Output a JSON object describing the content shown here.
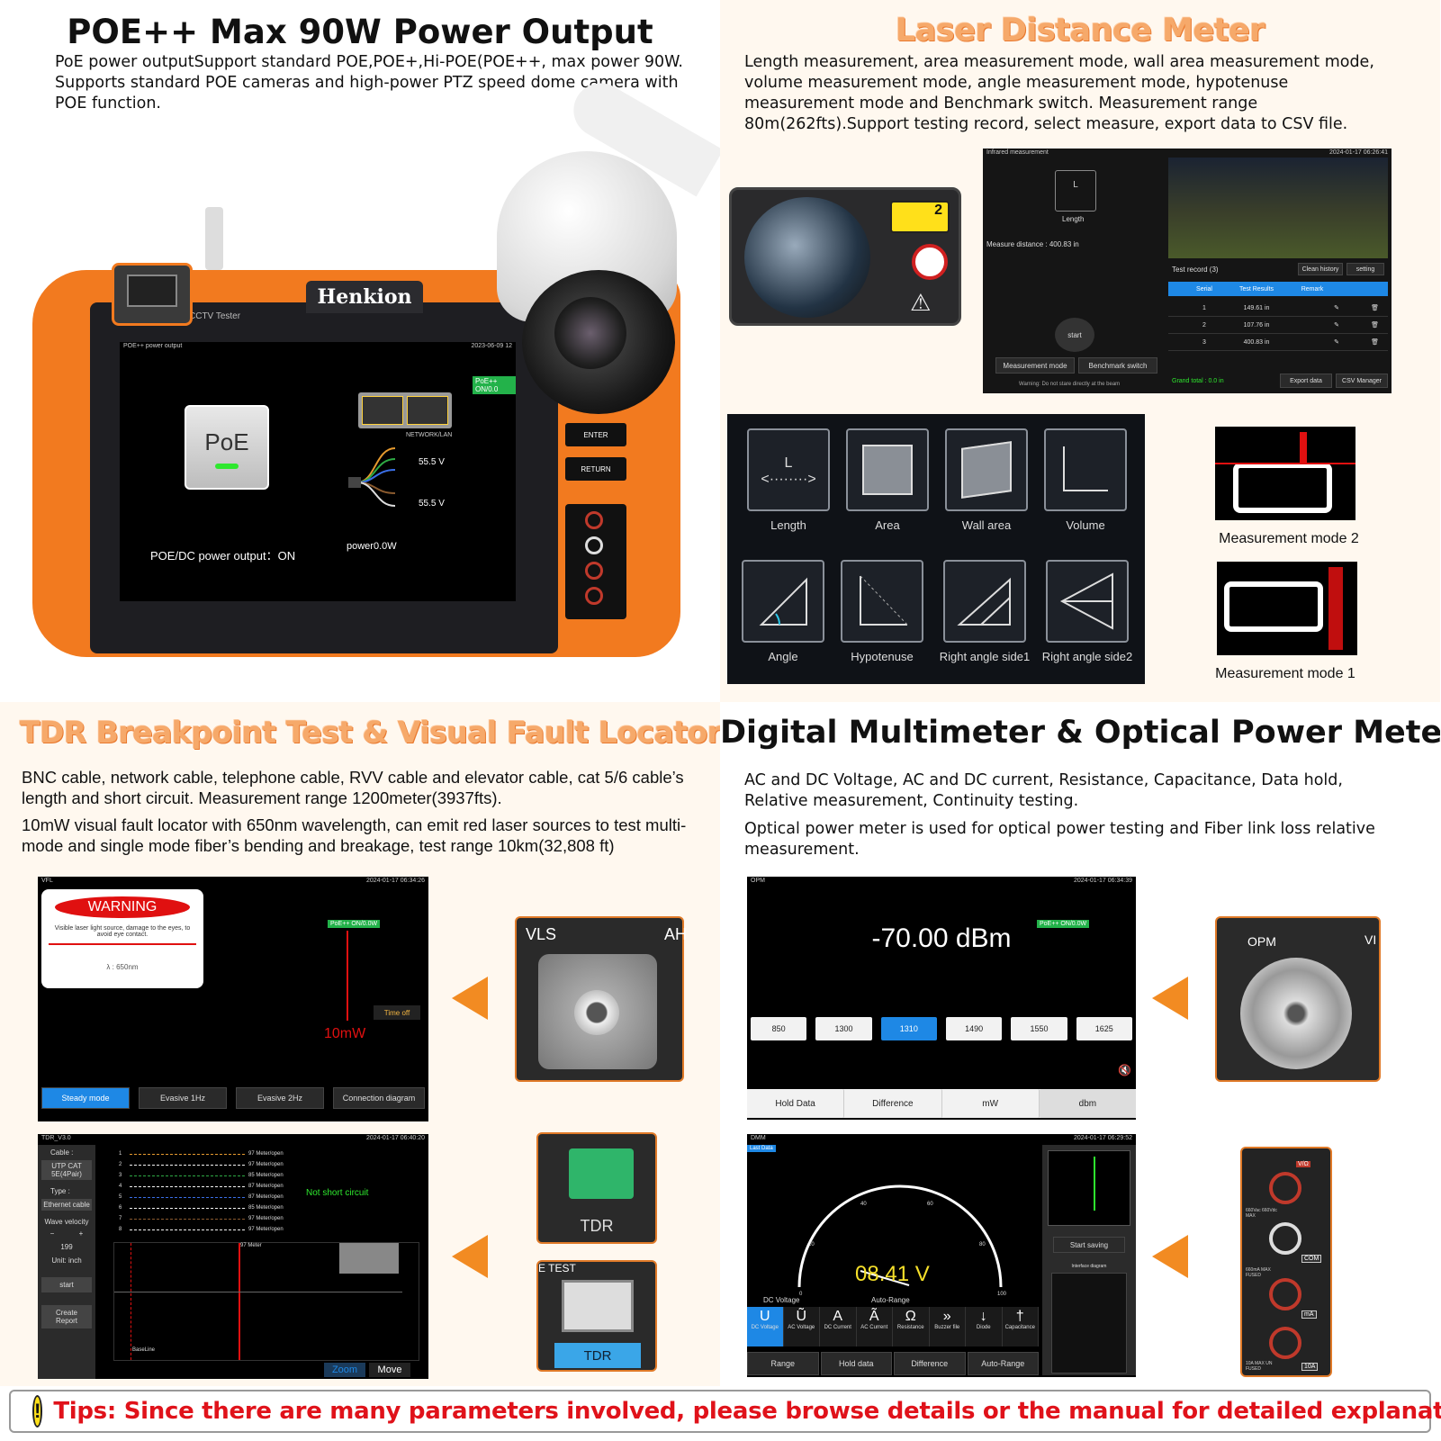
{
  "q1": {
    "title": "POE++ Max 90W Power Output",
    "desc": "PoE power outputSupport standard POE,POE+,Hi-POE(POE++, max power 90W. Supports standard POE cameras and high-power PTZ speed dome camera with POE function.",
    "brand": "Henkion",
    "device_label": "CCTV Tester",
    "screen_title": "POE++ power output",
    "screen_time": "2023-06-09 12",
    "poe_button": "PoE",
    "poe_status_tag": "PoE++ ON/0.0",
    "network_label": "NETWORK/LAN",
    "voltage1": "55.5 V",
    "voltage2": "55.5 V",
    "power_output": "POE/DC power output：ON",
    "power_value": "power0.0W",
    "enter_btn": "ENTER",
    "return_btn": "RETURN"
  },
  "q2": {
    "title": "Laser Distance Meter",
    "desc": "Length measurement, area measurement mode, wall area measurement mode, volume measurement mode, angle measurement mode, hypotenuse measurement mode and Benchmark switch. Measurement range 80m(262fts).Support testing record, select measure, export data to CSV file.",
    "screen": {
      "title": "Infrared measurement",
      "time": "2024-01-17 06:26:41",
      "mode_label": "Length",
      "distance": "Measure distance : 400.83 in",
      "start": "start",
      "measurement_mode": "Measurement mode",
      "benchmark": "Benchmark switch",
      "warning": "Warning: Do not stare directly at the beam",
      "record_title": "Test record (3)",
      "clean_history": "Clean history",
      "setting": "setting",
      "columns": [
        "Serial",
        "Test Results",
        "Remark"
      ],
      "rows": [
        {
          "serial": "1",
          "result": "149.61 in"
        },
        {
          "serial": "2",
          "result": "107.76 in"
        },
        {
          "serial": "3",
          "result": "400.83 in"
        }
      ],
      "grand_total": "Grand total : 0.0 in",
      "export": "Export data",
      "csv": "CSV Manager"
    },
    "modes": [
      "Length",
      "Area",
      "Wall area",
      "Volume",
      "Angle",
      "Hypotenuse",
      "Right angle side1",
      "Right angle side2"
    ],
    "mode2_label": "Measurement mode 2",
    "mode1_label": "Measurement mode 1"
  },
  "q3": {
    "title": "TDR  Breakpoint Test & Visual Fault Locator",
    "desc1": "BNC cable, network cable, telephone cable, RVV cable and elevator cable, cat 5/6 cable’s length and short circuit. Measurement range 1200meter(3937fts).",
    "desc2": "10mW visual fault locator with 650nm wavelength, can emit red laser sources to test multi-mode and single mode fiber’s bending and breakage, test range 10km(32,808 ft)",
    "vfl": {
      "title": "VFL",
      "time": "2024-01-17 06:34:26",
      "warning": "WARNING",
      "warning_text": "Visible laser light source, damage to the eyes, to avoid eye contact.",
      "wavelength": "λ : 650nm",
      "poe_tag": "PoE++ ON/0.0W",
      "time_off": "Time off",
      "power": "10mW",
      "buttons": [
        "Steady mode",
        "Evasive 1Hz",
        "Evasive 2Hz",
        "Connection diagram"
      ]
    },
    "tdr": {
      "title": "TDR_V3.0",
      "time": "2024-01-17 06:40:20",
      "cable_label": "Cable :",
      "cable_value": "UTP CAT 5E(4Pair)",
      "type_label": "Type :",
      "type_value": "Ethernet cable",
      "wave_label": "Wave velocity",
      "minus": "−",
      "plus": "+",
      "wave_value": "199",
      "unit": "Unit: inch",
      "start": "start",
      "create_report": "Create Report",
      "status": "Not short circuit",
      "marker": "97 Meter",
      "baseline": "BaseLine",
      "pairs": [
        "1",
        "2",
        "3",
        "4",
        "5",
        "6",
        "7",
        "8"
      ],
      "pair_results": [
        "97 Meter/open",
        "97 Meter/open",
        "85 Meter/open",
        "87 Meter/open",
        "87 Meter/open",
        "85 Meter/open",
        "97 Meter/open",
        "97 Meter/open"
      ],
      "zoom": "Zoom",
      "move": "Move"
    },
    "vls_label": "VLS",
    "vls_side": "AH",
    "tdr_label": "TDR",
    "tdr_test_label": "E TEST",
    "tdr_button": "TDR"
  },
  "q4": {
    "title": "Digital Multimeter & Optical Power Meter",
    "desc1": "AC and DC Voltage, AC and DC current, Resistance, Capacitance, Data hold, Relative measurement, Continuity testing.",
    "desc2": "Optical power meter is used for optical power testing and Fiber link loss relative measurement.",
    "opm": {
      "title": "OPM",
      "time": "2024-01-17 06:34:39",
      "reading": "-70.00 dBm",
      "poe_tag": "PoE++ ON/0.0W",
      "wavelengths": [
        "850",
        "1300",
        "1310",
        "1490",
        "1550",
        "1625"
      ],
      "active_wavelength": "1310",
      "bottom": [
        "Hold Data",
        "Difference",
        "mW",
        "dbm"
      ]
    },
    "opm_label": "OPM",
    "opm_side": "VI",
    "dmm": {
      "title": "DMM",
      "time": "2024-01-17 06:29:52",
      "last_data": "Last Data",
      "reading": "08.41  V",
      "mode": "DC Voltage",
      "range_label": "Auto-Range",
      "ticks": [
        "0",
        "20",
        "40",
        "60",
        "80",
        "100"
      ],
      "start_saving": "Start saving",
      "interface_diagram": "Interface diagram",
      "func_icons": [
        "U",
        "Ũ",
        "A",
        "Ã",
        "Ω",
        "»",
        "↓",
        "†"
      ],
      "func_labels": [
        "DC Voltage",
        "AC Voltage",
        "DC Current",
        "AC Current",
        "Resistance",
        "Buzzer file",
        "Diode",
        "Capacitance"
      ],
      "bottom": [
        "Range",
        "Hold data",
        "Difference",
        "Auto-Range"
      ]
    },
    "jack_labels": [
      "V/Ω",
      "COM",
      "mA",
      "10A"
    ],
    "jack_notes": [
      "660Vac 660Vdc MAX",
      "660mA MAX FUSED",
      "10A MAX UN FUSED"
    ]
  },
  "tips": "Tips: Since there are many parameters involved, please browse details or the manual for detailed explanation.",
  "colors": {
    "accent_orange": "#f28b22",
    "tips_red": "#e0121a",
    "selected_blue": "#1e88e5"
  }
}
